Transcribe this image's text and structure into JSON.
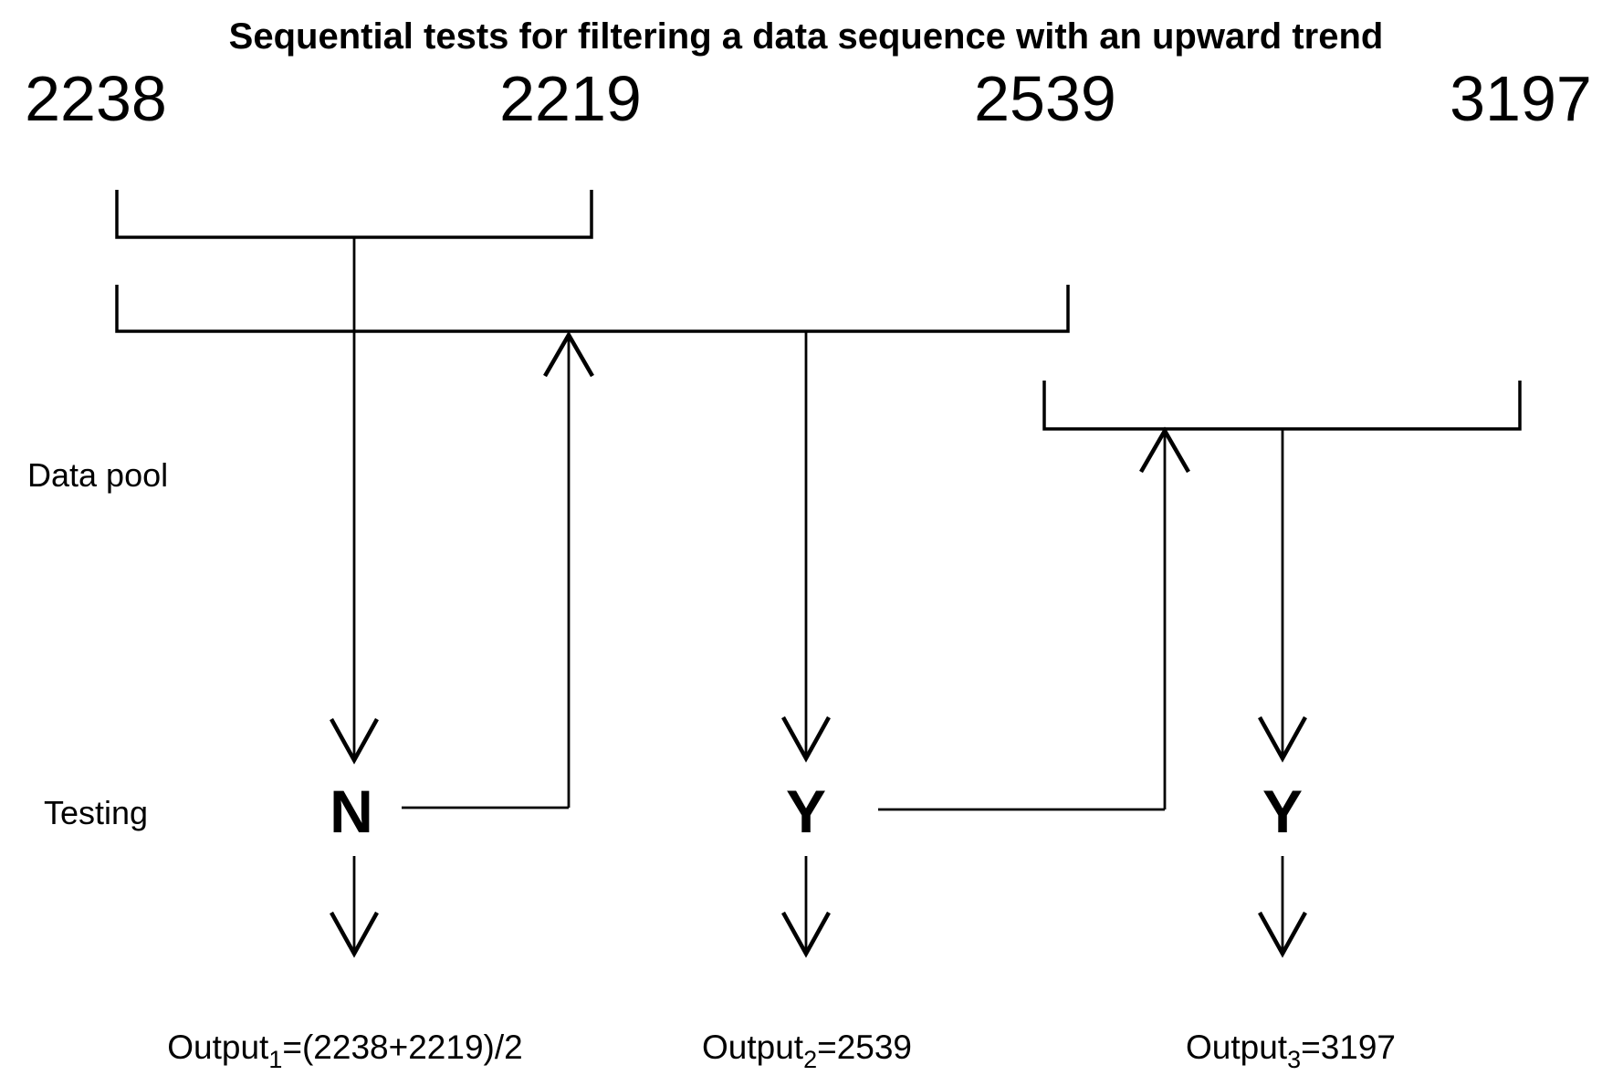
{
  "title": "Sequential tests for filtering a data sequence with an upward trend",
  "sequence": [
    "2238",
    "2219",
    "2539",
    "3197"
  ],
  "row_labels": {
    "data_pool": "Data pool",
    "testing": "Testing"
  },
  "tests": [
    "N",
    "Y",
    "Y"
  ],
  "outputs": [
    {
      "label": "Output",
      "sub": "1",
      "value": "=(2238+2219)/2"
    },
    {
      "label": "Output",
      "sub": "2",
      "value": "=2539"
    },
    {
      "label": "Output",
      "sub": "3",
      "value": "=3197"
    }
  ],
  "colors": {
    "ink": "#000000",
    "background": "#ffffff"
  }
}
